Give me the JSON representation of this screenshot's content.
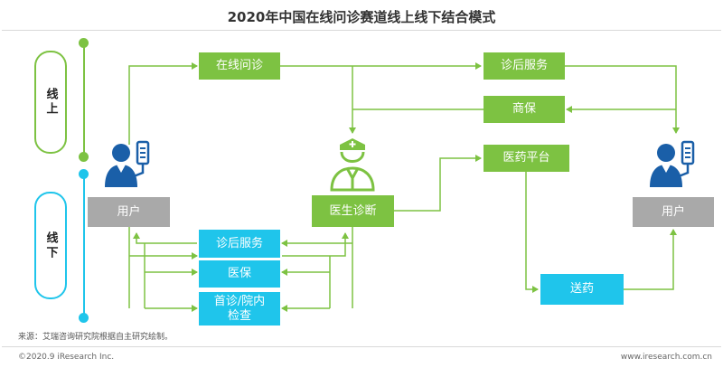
{
  "title": "2020年中国在线问诊赛道线上线下结合模式",
  "labels": {
    "online": "线上",
    "offline": "线下"
  },
  "colors": {
    "online": "#7dc242",
    "offline": "#1fc5eb",
    "user": "#a9a9a9",
    "icon": "#1a5fa8"
  },
  "nodes": {
    "online_consult": "在线问诊",
    "online_after_service": "诊后服务",
    "commercial_insurance": "商保",
    "pharmacy_platform": "医药平台",
    "doctor_diagnosis": "医生诊断",
    "user_left": "用户",
    "user_right": "用户",
    "offline_after_service": "诊后服务",
    "medical_insurance": "医保",
    "first_visit_line1": "首诊/院内",
    "first_visit_line2": "检查",
    "delivery": "送药"
  },
  "icons": {
    "user_left": "patient-with-iv-icon",
    "doctor": "doctor-icon",
    "user_right": "patient-with-iv-icon"
  },
  "footer": {
    "source": "来源：艾瑞咨询研究院根据自主研究绘制。",
    "copyright": "©2020.9 iResearch Inc.",
    "website": "www.iresearch.com.cn"
  }
}
